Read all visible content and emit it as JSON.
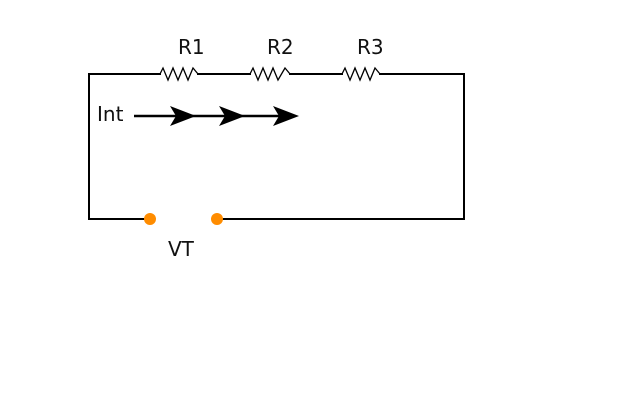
{
  "circuit": {
    "resistors": [
      {
        "label": "R1"
      },
      {
        "label": "R2"
      },
      {
        "label": "R3"
      }
    ],
    "current": {
      "label": "Int"
    },
    "source": {
      "label": "VT"
    },
    "colors": {
      "wire": "#000000",
      "terminal": "#ff8c00",
      "text": "#111111",
      "background": "#ffffff"
    }
  }
}
